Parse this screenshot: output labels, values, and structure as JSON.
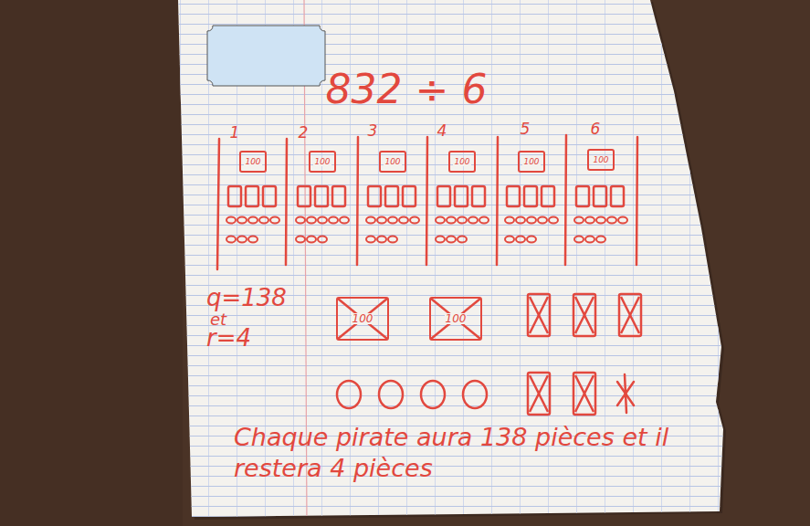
{
  "diagram": {
    "title": "832 ÷ 6",
    "nodes": [
      {
        "text": [
          "100"
        ]
      },
      {
        "text": [
          "100"
        ]
      },
      {
        "text": [
          "100"
        ]
      },
      {
        "text": [
          "100"
        ]
      },
      {
        "text": [
          "100"
        ]
      },
      {
        "text": [
          "100"
        ]
      },
      {
        "text": [
          "100"
        ]
      },
      {
        "text": [
          "100"
        ]
      }
    ],
    "labels": [
      "1",
      "2",
      "3",
      "4",
      "5",
      "6",
      "q=138",
      "et",
      "r=4",
      "Chaque pirate aura 138 pièces et il restera 4 pièces"
    ]
  }
}
